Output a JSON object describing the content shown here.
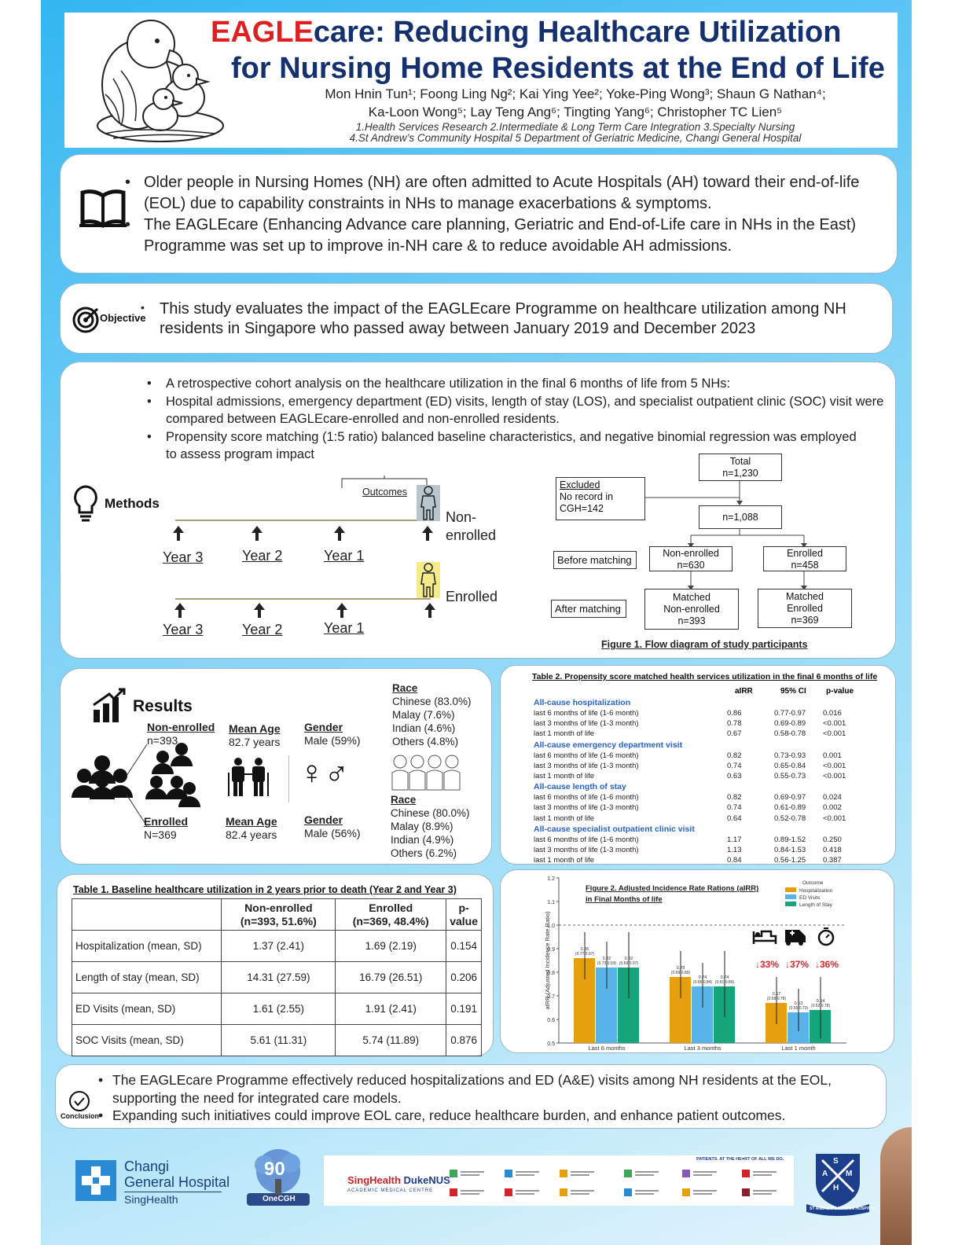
{
  "header": {
    "title_brand": "EAGLE",
    "title_line1_rest": "care:  Reducing Healthcare Utilization",
    "title_line2": "for Nursing Home Residents at the End of Life",
    "authors_line1": "Mon Hnin Tun¹; Foong Ling Ng²; Kai Ying Yee²; Yoke-Ping Wong³; Shaun G Nathan⁴;",
    "authors_line2": "Ka-Loon Wong⁵; Lay Teng Ang⁶; Tingting Yang⁶; Christopher TC Lien⁵",
    "affil_line1": "1.Health Services Research  2.Intermediate & Long Term Care Integration  3.Specialty Nursing",
    "affil_line2": "4.St Andrew’s Community Hospital  5 Department of Geriatric Medicine, Changi General Hospital"
  },
  "background": {
    "bullet1": "Older people in Nursing Homes (NH) are often admitted to Acute Hospitals (AH) toward their end-of-life (EOL) due to capability constraints in NHs to manage exacerbations & symptoms.",
    "bullet2": "The EAGLEcare (Enhancing Advance care planning, Geriatric and End-of-Life care in NHs in the East) Programme was set up to improve in-NH care & to reduce avoidable AH admissions."
  },
  "objective": {
    "label": "Objective",
    "text": "This study evaluates the impact of the EAGLEcare Programme on healthcare utilization among NH residents in Singapore who passed away between January 2019 and December 2023"
  },
  "methods": {
    "label": "Methods",
    "bullet1": "A retrospective cohort analysis on the healthcare utilization in the final 6 months of life from 5 NHs:",
    "bullet2": "Hospital admissions, emergency department (ED) visits, length of stay (LOS), and specialist outpatient clinic (SOC) visit were compared between EAGLEcare-enrolled and non-enrolled residents.",
    "bullet3": "Propensity score matching (1:5 ratio) balanced baseline characteristics, and negative binomial regression was employed to assess program impact",
    "outcomes": "Outcomes",
    "non_enrolled": "Non-enrolled",
    "enrolled": "Enrolled",
    "years": [
      "Year 3",
      "Year 2",
      "Year 1"
    ],
    "flow": {
      "total": "Total\nn=1,230",
      "excluded_head": "Excluded",
      "excluded_body": "No record in\nCGH=142",
      "n1088": "n=1,088",
      "before": "Before matching",
      "after": "After matching",
      "non_enrolled": "Non-enrolled\nn=630",
      "enrolled": "Enrolled\nn=458",
      "matched_non": "Matched\nNon-enrolled\nn=393",
      "matched_enr": "Matched\nEnrolled\nn=369",
      "caption": "Figure 1. Flow diagram of study participants"
    }
  },
  "results": {
    "label": "Results",
    "non_enrolled_head": "Non-enrolled",
    "non_enrolled_n": "n=393",
    "enrolled_head": "Enrolled",
    "enrolled_n": "N=369",
    "mean_age_head": "Mean Age",
    "age_non": "82.7 years",
    "age_enr": "82.4 years",
    "gender_head": "Gender",
    "gender_non": "Male (59%)",
    "gender_enr": "Male (56%)",
    "race_head": "Race",
    "race_non": [
      "Chinese (83.0%)",
      "Malay (7.6%)",
      "Indian (4.6%)",
      "Others (4.8%)"
    ],
    "race_enr": [
      "Chinese (80.0%)",
      "Malay (8.9%)",
      "Indian (4.9%)",
      "Others (6.2%)"
    ]
  },
  "table2": {
    "title": "Table 2. Propensity score matched health services utilization in the final 6 months of life",
    "cols": [
      "aIRR",
      "95% CI",
      "p-value"
    ],
    "sections": [
      {
        "name": "All-cause hospitalization",
        "rows": [
          [
            "last 6 months of life (1-6 month)",
            "0.86",
            "0.77-0.97",
            "0.016"
          ],
          [
            "last 3 months of life (1-3 month)",
            "0.78",
            "0.69-0.89",
            "<0.001"
          ],
          [
            "last 1 month of life",
            "0.67",
            "0.58-0.78",
            "<0.001"
          ]
        ]
      },
      {
        "name": "All-cause emergency department visit",
        "rows": [
          [
            "last 6 months of life (1-6 month)",
            "0.82",
            "0.73-0.93",
            "0.001"
          ],
          [
            "last 3 months of life (1-3 month)",
            "0.74",
            "0.65-0.84",
            "<0.001"
          ],
          [
            "last 1 month of life",
            "0.63",
            "0.55-0.73",
            "<0.001"
          ]
        ]
      },
      {
        "name": "All-cause length of stay",
        "rows": [
          [
            "last 6 months of life (1-6 month)",
            "0.82",
            "0.69-0.97",
            "0.024"
          ],
          [
            "last 3 months of life (1-3 month)",
            "0.74",
            "0.61-0.89",
            "0.002"
          ],
          [
            "last 1 month of life",
            "0.64",
            "0.52-0.78",
            "<0.001"
          ]
        ]
      },
      {
        "name": "All-cause specialist outpatient clinic visit",
        "rows": [
          [
            "last 6 months of life (1-6 month)",
            "1.17",
            "0.89-1.52",
            "0.250"
          ],
          [
            "last 3 months of life (1-3 month)",
            "1.13",
            "0.84-1.53",
            "0.418"
          ],
          [
            "last 1 month of life",
            "0.84",
            "0.56-1.25",
            "0.387"
          ]
        ]
      }
    ]
  },
  "table1": {
    "title": "Table 1. Baseline healthcare utilization in 2 years prior to death (Year 2 and Year 3)",
    "head_non": "Non-enrolled\n(n=393, 51.6%)",
    "head_enr": "Enrolled\n(n=369, 48.4%)",
    "head_p": "p-value",
    "rows": [
      [
        "Hospitalization (mean, SD)",
        "1.37 (2.41)",
        "1.69 (2.19)",
        "0.154"
      ],
      [
        "Length of stay (mean, SD)",
        "14.31 (27.59)",
        "16.79 (26.51)",
        "0.206"
      ],
      [
        "ED Visits (mean, SD)",
        "1.61 (2.55)",
        "1.91 (2.41)",
        "0.191"
      ],
      [
        "SOC Visits (mean, SD)",
        "5.61 (11.31)",
        "5.74 (11.89)",
        "0.876"
      ]
    ]
  },
  "chart_data": {
    "type": "bar",
    "title": "Figure 2. Adjusted Incidence Rate Rations (aIRR) in Final Months of life",
    "ylabel": "aIRR (Adjusted Incidence Rate Ratio)",
    "ylim": [
      0.5,
      1.2
    ],
    "yticks": [
      "0.5",
      "0.6",
      "0.7",
      "0.8",
      "0.9",
      "1.0",
      "1.1",
      "1.2"
    ],
    "categories": [
      "Last 6 months",
      "Last 3 months",
      "Last 1 month"
    ],
    "legend_title": "Outcome",
    "series": [
      {
        "name": "Hospitalization",
        "color": "#e6a00e",
        "values": [
          0.86,
          0.78,
          0.67
        ],
        "lo": [
          0.77,
          0.69,
          0.58
        ],
        "hi": [
          0.97,
          0.89,
          0.78
        ]
      },
      {
        "name": "ED Visits",
        "color": "#58b4e8",
        "values": [
          0.82,
          0.74,
          0.63
        ],
        "lo": [
          0.73,
          0.65,
          0.55
        ],
        "hi": [
          0.93,
          0.84,
          0.73
        ]
      },
      {
        "name": "Length of Stay",
        "color": "#16a57a",
        "values": [
          0.82,
          0.74,
          0.64
        ],
        "lo": [
          0.69,
          0.61,
          0.52
        ],
        "hi": [
          0.97,
          0.89,
          0.78
        ]
      }
    ],
    "reductions": [
      "↓33%",
      "↓37%",
      "↓36%"
    ]
  },
  "conclusion": {
    "label": "Conclusion",
    "bullet1": "The EAGLEcare Programme effectively reduced hospitalizations and ED (A&E) visits among NH residents at the EOL, supporting the need for integrated care models.",
    "bullet2": "Expanding such initiatives could improve EOL care, reduce healthcare burden, and enhance patient outcomes."
  },
  "footer": {
    "cgh_line1": "Changi",
    "cgh_line2": "General Hospital",
    "cgh_line3": "SingHealth",
    "anniv": "90",
    "anniv_sub": "OneCGH",
    "singhealth": "SingHealth",
    "dukenus": "DukeNUS",
    "amc": "ACADEMIC MEDICAL CENTRE",
    "tagline": "PATIENTS. AT THE HE♥RT OF ALL WE DO.",
    "crest_letters": [
      "S",
      "A",
      "M",
      "H"
    ],
    "crest_ribbon": "ST ANDREW'S MISSION HOSPITAL"
  }
}
